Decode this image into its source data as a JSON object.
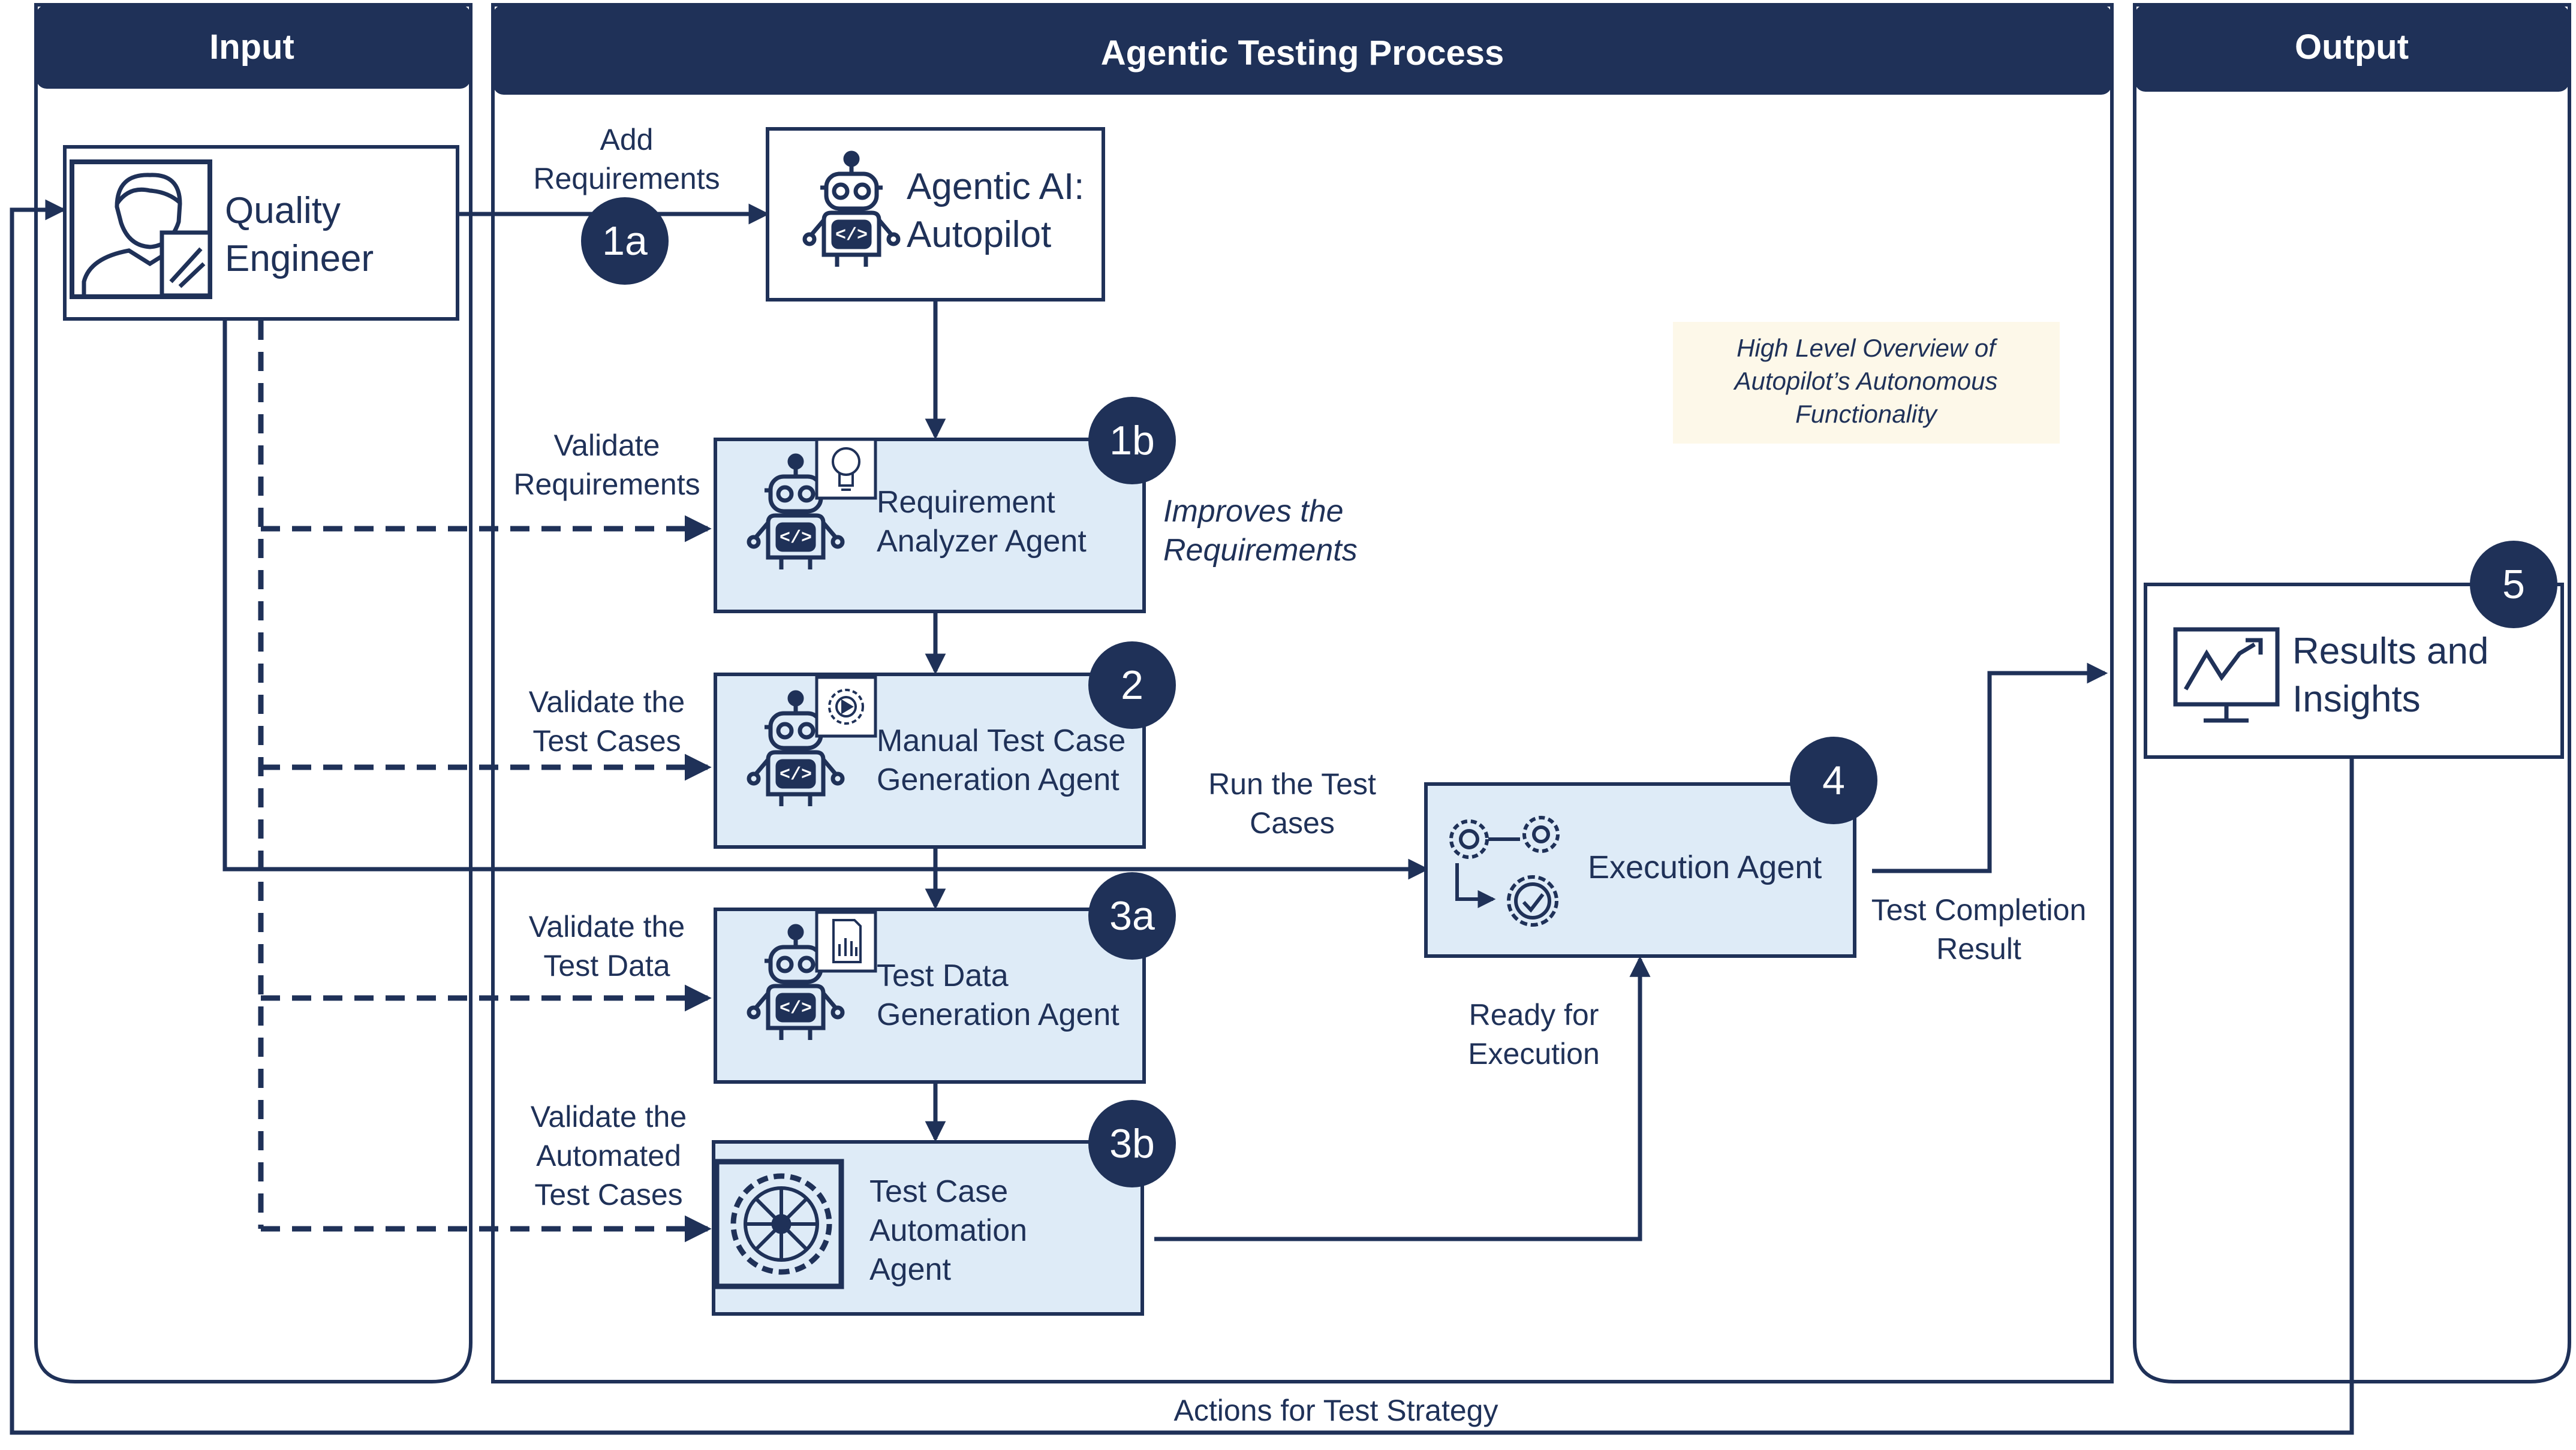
{
  "lanes": {
    "input": "Input",
    "process": "Agentic Testing Process",
    "output": "Output"
  },
  "nodes": {
    "quality_engineer": [
      "Quality",
      "Engineer"
    ],
    "autopilot": [
      "Agentic AI:",
      "Autopilot"
    ],
    "requirement_analyzer": [
      "Requirement",
      "Analyzer Agent"
    ],
    "manual_test_case": [
      "Manual Test Case",
      "Generation Agent"
    ],
    "test_data": [
      "Test Data",
      "Generation Agent"
    ],
    "automation": [
      "Test Case",
      "Automation",
      "Agent"
    ],
    "execution": "Execution Agent",
    "results": [
      "Results and",
      "Insights"
    ]
  },
  "badges": {
    "b1a": "1a",
    "b1b": "1b",
    "b2": "2",
    "b3a": "3a",
    "b3b": "3b",
    "b4": "4",
    "b5": "5"
  },
  "labels": {
    "add_requirements": [
      "Add",
      "Requirements"
    ],
    "validate_requirements": [
      "Validate",
      "Requirements"
    ],
    "validate_test_cases": [
      "Validate the",
      "Test Cases"
    ],
    "validate_test_data": [
      "Validate the",
      "Test Data"
    ],
    "validate_automated": [
      "Validate the",
      "Automated",
      "Test Cases"
    ],
    "improves": [
      "Improves the",
      "Requirements"
    ],
    "run_tests": [
      "Run the Test",
      "Cases"
    ],
    "ready_execution": [
      "Ready for",
      "Execution"
    ],
    "completion": [
      "Test Completion",
      "Result"
    ],
    "actions": "Actions for Test Strategy"
  },
  "note": [
    "High Level Overview of",
    "Autopilot’s Autonomous",
    "Functionality"
  ],
  "colors": {
    "navy": "#1f3158",
    "agent_fill": "#deebf7",
    "note_fill": "#fdf8e9",
    "white": "#ffffff"
  }
}
